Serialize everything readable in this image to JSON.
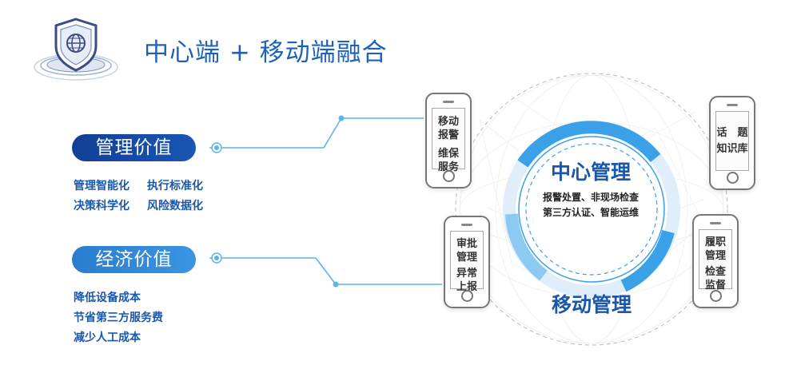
{
  "title": "中心端 + 移动端融合",
  "left": {
    "management": {
      "label": "管理价值",
      "items": [
        "管理智能化",
        "执行标准化",
        "决策科学化",
        "风险数据化"
      ]
    },
    "economic": {
      "label": "经济价值",
      "items": [
        "降低设备成本",
        "节省第三方服务费",
        "减少人工成本"
      ]
    }
  },
  "center": {
    "title": "中心管理",
    "line1": "报警处置、非现场检查",
    "line2": "第三方认证、智能运维"
  },
  "mobile": {
    "title": "移动管理"
  },
  "phones": {
    "p1": {
      "a1": "移动",
      "a2": "报警",
      "b1": "维保",
      "b2": "服务"
    },
    "p2": {
      "a1": "审批",
      "a2": "管理",
      "b1": "异常",
      "b2": "上报"
    },
    "p3": {
      "a1": "话　题",
      "a2": "知识库"
    },
    "p4": {
      "a1": "履职",
      "a2": "管理",
      "b1": "检查",
      "b2": "监督"
    }
  },
  "colors": {
    "primary": "#1a57aa",
    "accent": "#3aa0e8",
    "line": "#5bb4ea"
  }
}
